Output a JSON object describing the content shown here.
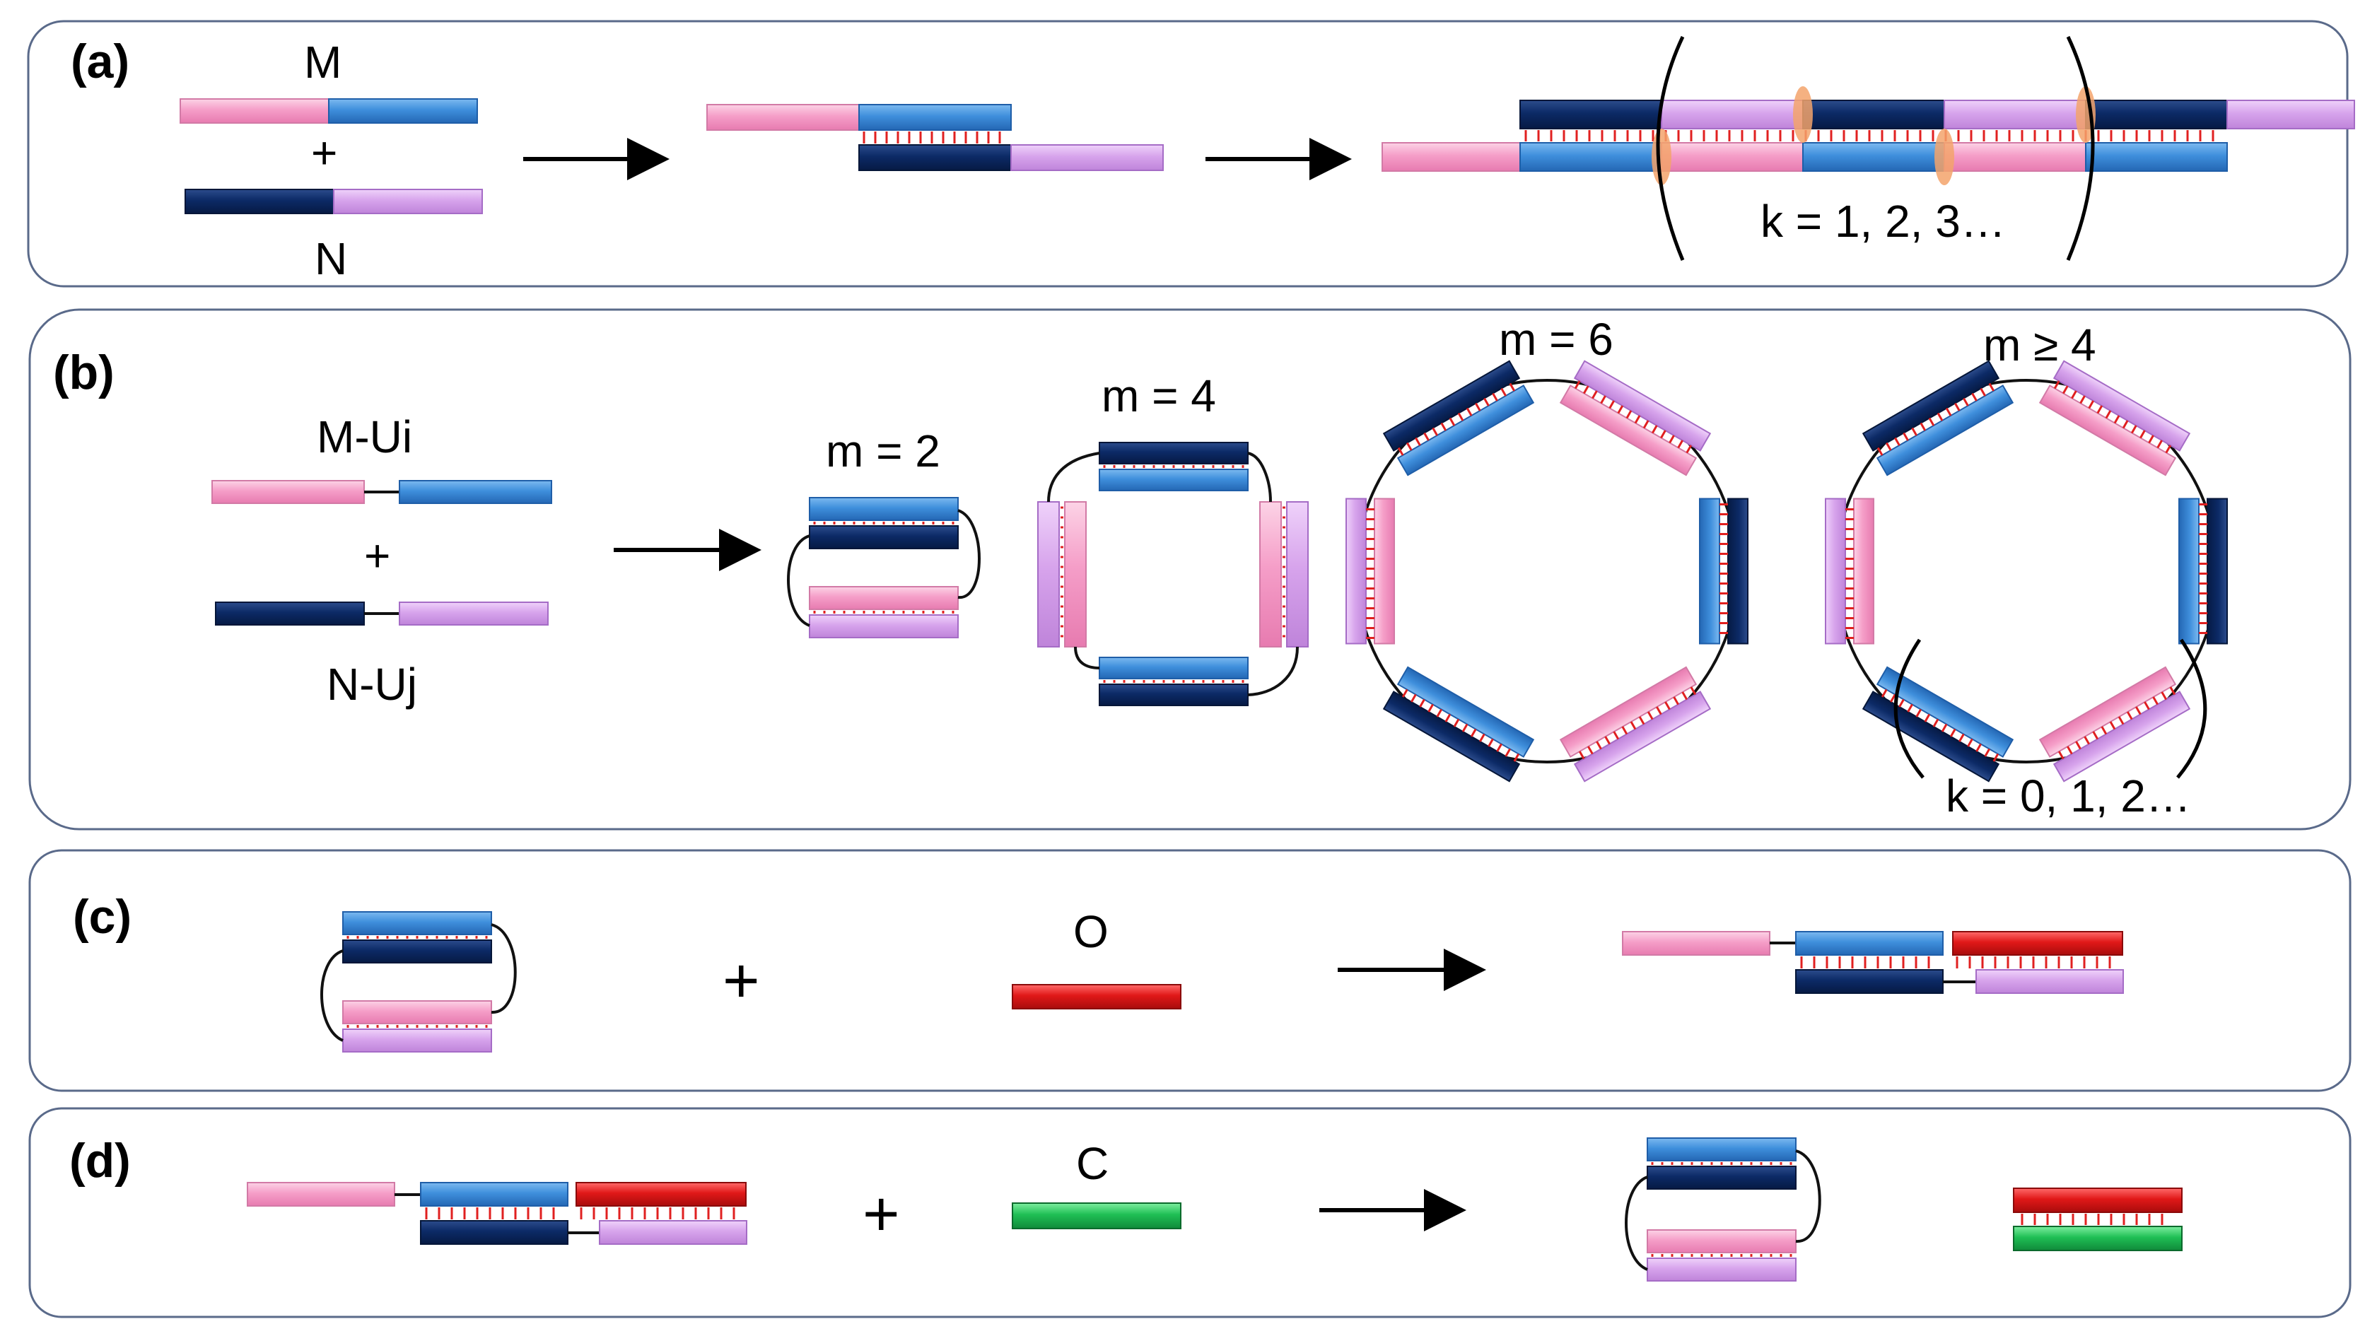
{
  "panels": [
    {
      "id": "a",
      "label": "(a)"
    },
    {
      "id": "b",
      "label": "(b)"
    },
    {
      "id": "c",
      "label": "(c)"
    },
    {
      "id": "d",
      "label": "(d)"
    }
  ],
  "labels": {
    "a_M": "M",
    "a_plus": "+",
    "a_N": "N",
    "a_k": "k = 1, 2, 3…",
    "b_MUi": "M-Ui",
    "b_plus": "+",
    "b_NUj": "N-Uj",
    "b_m2": "m = 2",
    "b_m4": "m = 4",
    "b_m6": "m = 6",
    "b_mge4": "m ≥ 4",
    "b_k": "k = 0, 1, 2…",
    "c_plus": "+",
    "c_O": "O",
    "d_plus": "+",
    "d_C": "C"
  },
  "colors": {
    "pink": "#f59ec8",
    "light_blue": "#3f8fdc",
    "dark_blue": "#0c2a66",
    "lilac": "#d7a4ec",
    "red": "#e01818",
    "green": "#1fbf55",
    "base_pair": "#e02020",
    "junction": "#f3a36b"
  }
}
